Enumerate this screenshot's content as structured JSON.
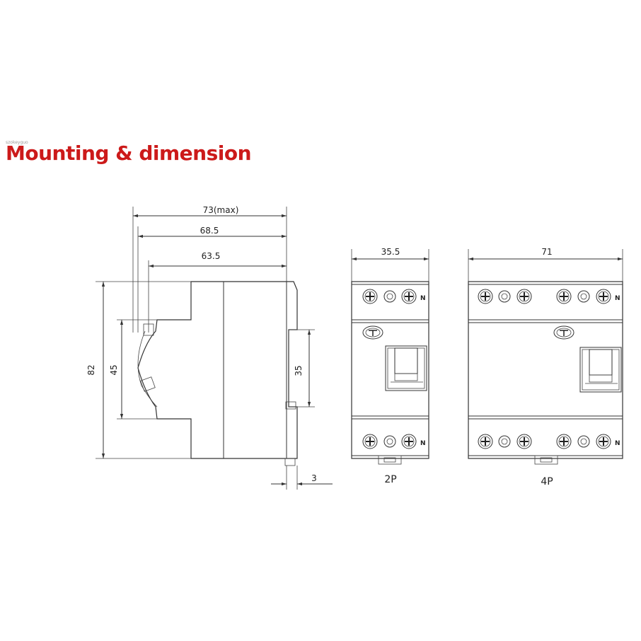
{
  "watermark": "szokeyguo",
  "title": "Mounting & dimension",
  "side_view": {
    "dim_overall": "73(max)",
    "dim_middle": "68.5",
    "dim_front": "63.5",
    "dim_height": "82",
    "dim_inner": "45",
    "dim_rail": "35",
    "dim_offset": "3"
  },
  "view_2p": {
    "width_label": "35.5",
    "caption": "2P",
    "neutral_mark_top": "N",
    "neutral_mark_bottom": "N"
  },
  "view_4p": {
    "width_label": "71",
    "caption": "4P",
    "neutral_mark_top": "N",
    "neutral_mark_bottom": "N"
  }
}
